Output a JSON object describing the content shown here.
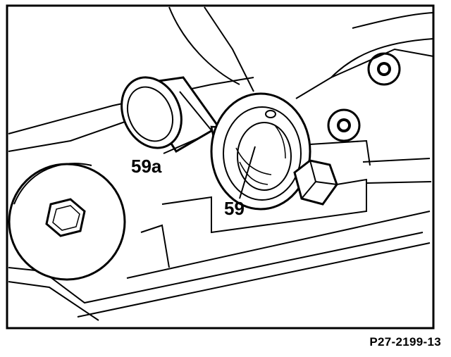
{
  "labels": {
    "part_59a": "59a",
    "part_59": "59"
  },
  "figure_id": "P27-2199-13",
  "colors": {
    "ink": "#000000",
    "paper": "#ffffff",
    "shade": "#cfcfcf"
  }
}
